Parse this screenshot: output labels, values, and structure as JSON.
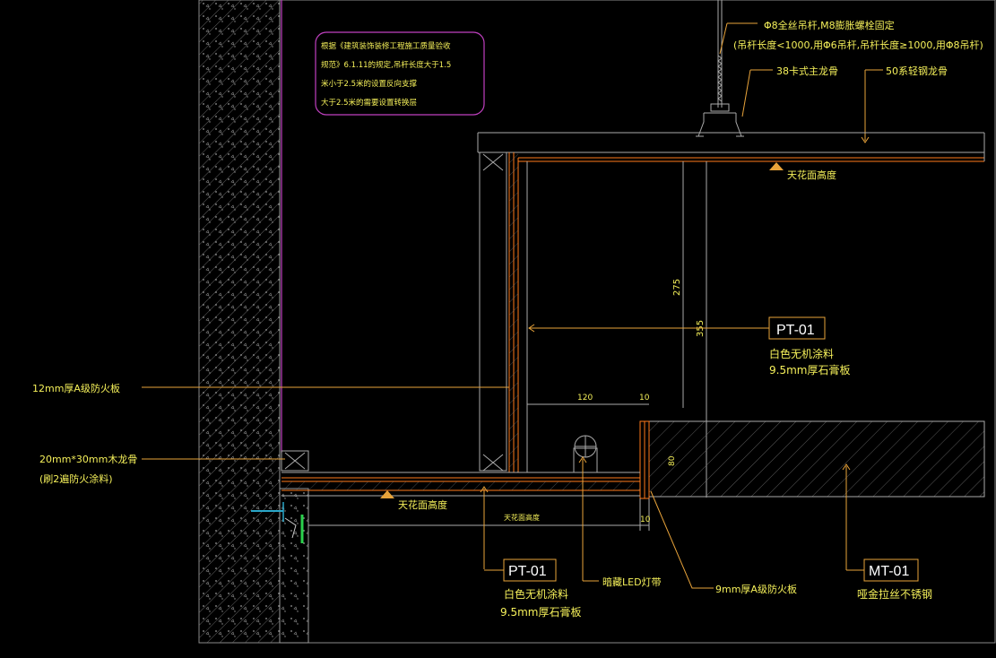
{
  "note_box": {
    "lines": [
      "根据《建筑装饰装修工程施工质量验收",
      "规范》6.1.11的规定,吊杆长度大于1.5",
      "米小于2.5米的设置反向支撑",
      "大于2.5米的需要设置转换层"
    ]
  },
  "callouts": {
    "rod_line1": "Φ8全丝吊杆,M8膨胀螺栓固定",
    "rod_line2": "(吊杆长度<1000,用Φ6吊杆,吊杆长度≥1000,用Φ8吊杆)",
    "main_keel": "38卡式主龙骨",
    "light_keel": "50系轻钢龙骨",
    "ceiling_height_top": "天花面高度",
    "ceiling_height_bottom": "天花面高度",
    "fireproof_12": "12mm厚A级防火板",
    "wood_keel_1": "20mm*30mm木龙骨",
    "wood_keel_2": "(刷2遍防火涂料)",
    "ceiling_dim_text": "天花面高度",
    "led_strip": "暗藏LED灯带",
    "fireproof_9": "9mm厚A级防火板"
  },
  "dimensions": {
    "d275": "275",
    "d355": "355",
    "d120": "120",
    "d10_top": "10",
    "d80": "80",
    "d10_bottom": "10"
  },
  "material_tags": [
    {
      "code": "PT-01",
      "desc1": "白色无机涂料",
      "desc2": "9.5mm厚石膏板"
    },
    {
      "code": "PT-01",
      "desc1": "白色无机涂料",
      "desc2": "9.5mm厚石膏板"
    },
    {
      "code": "MT-01",
      "desc1": "哑金拉丝不锈钢",
      "desc2": ""
    }
  ],
  "colors": {
    "background": "#000000",
    "text": "#f5f05a",
    "leader": "#e8a33a",
    "wall_line": "#9a9a9a",
    "magenta": "#c040c0",
    "green": "#2bd14d",
    "cyan": "#2aa7c9",
    "orange": "#ff7a1a",
    "tag_border": "#e8a33a"
  }
}
